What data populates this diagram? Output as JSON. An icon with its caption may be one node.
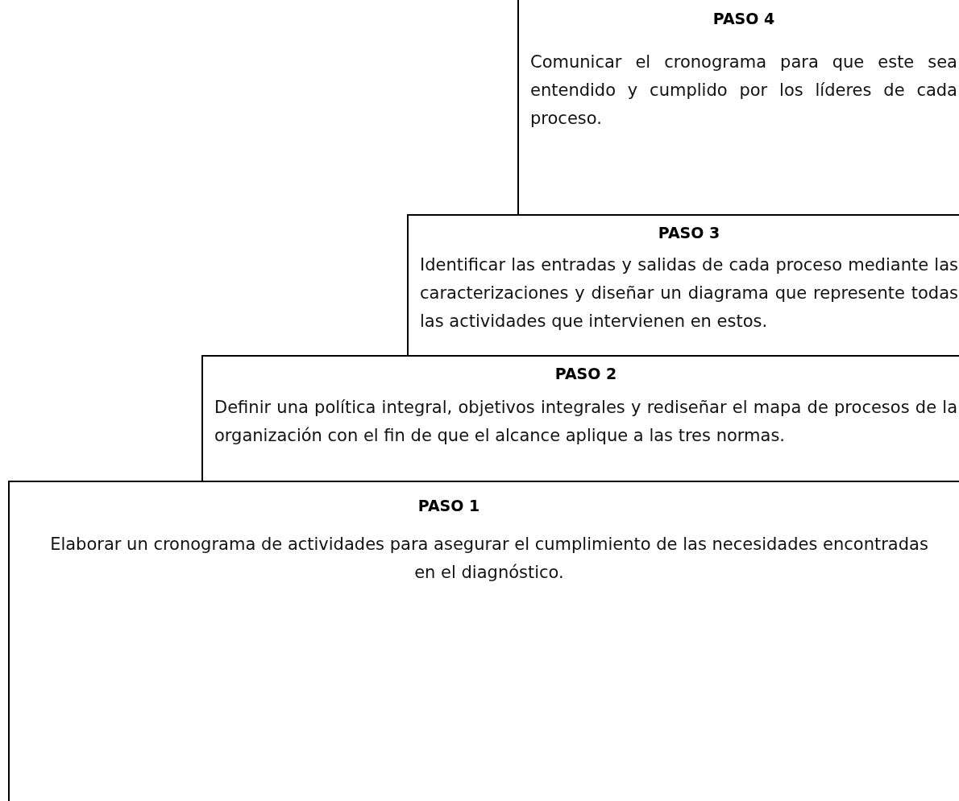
{
  "diagram": {
    "nodes": [
      {
        "text": [
          "PASO 4",
          "Comunicar el cronograma para que este sea entendido y cumplido por los líderes de cada proceso."
        ]
      },
      {
        "text": [
          "PASO 3",
          "Identificar las entradas y salidas de cada proceso mediante las caracterizaciones y diseñar un diagrama que represente todas las actividades que intervienen en estos."
        ]
      },
      {
        "text": [
          "PASO 2",
          "Definir una política integral, objetivos integrales y rediseñar el mapa de procesos de la organización con el fin de que el alcance aplique a las tres normas."
        ]
      },
      {
        "text": [
          "PASO 1",
          "Elaborar un cronograma de actividades para asegurar el cumplimiento de las necesidades encontradas en el diagnóstico."
        ]
      }
    ]
  }
}
